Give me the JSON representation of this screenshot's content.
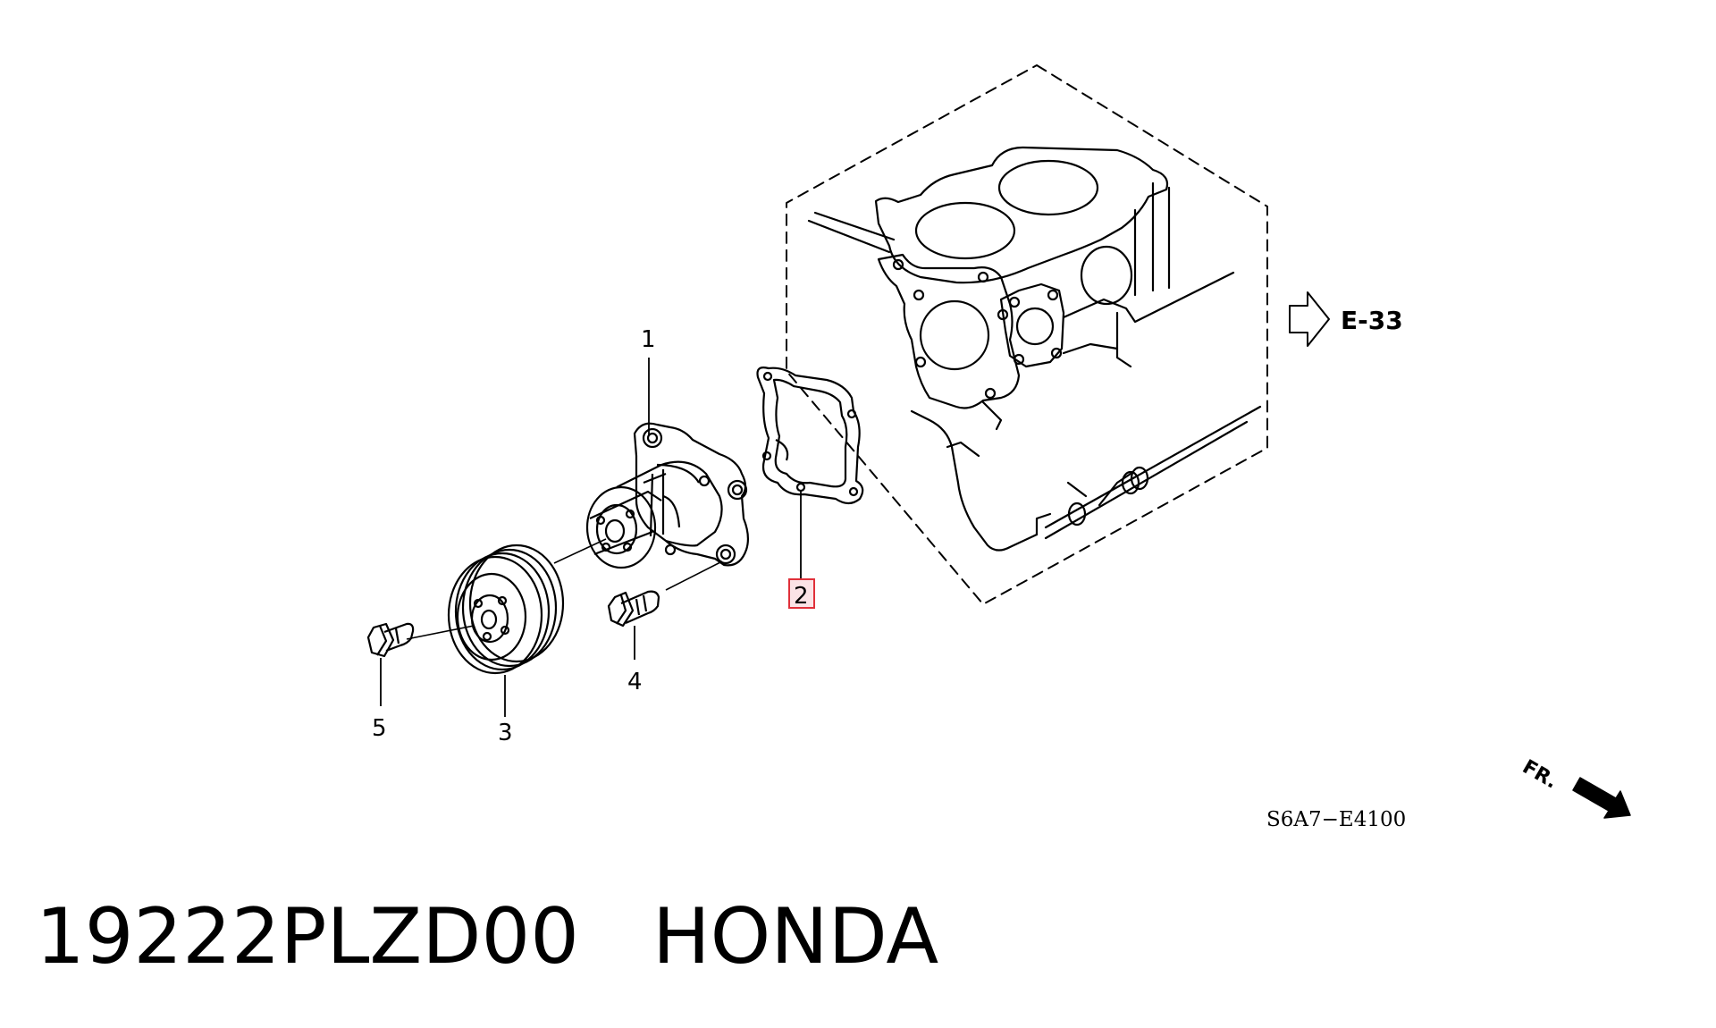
{
  "diagram": {
    "callouts": {
      "water_pump": "1",
      "gasket": "2",
      "pulley": "3",
      "pump_bolt": "4",
      "pulley_bolt": "5"
    },
    "highlighted_callout": "2",
    "reference_link": "E-33",
    "front_indicator": "FR.",
    "drawing_code": "S6A7−E4100"
  },
  "caption": {
    "part_number": "19222PLZD00",
    "brand": "HONDA"
  },
  "colors": {
    "line": "#000000",
    "highlight_border": "#e0303a",
    "highlight_fill": "#fbe3e6"
  }
}
